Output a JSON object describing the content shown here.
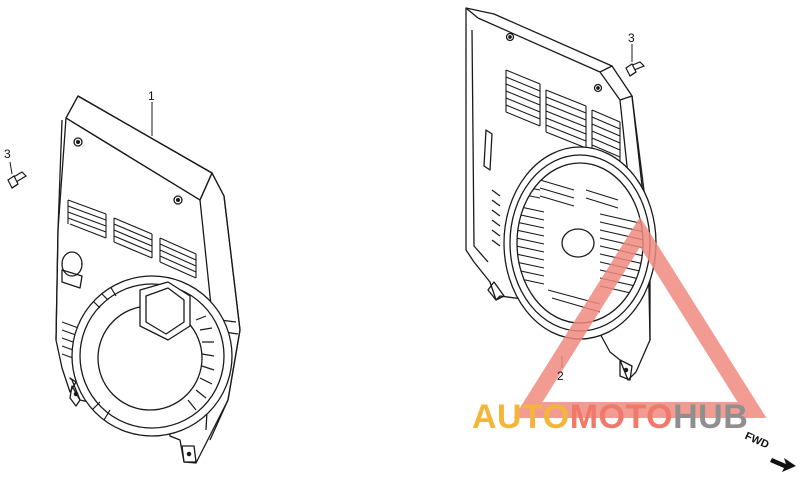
{
  "callouts": {
    "part1": "1",
    "part2": "2",
    "part3_left": "3",
    "part3_right": "3"
  },
  "direction_label": "FWD",
  "watermark": {
    "segments": [
      {
        "text": "AUTO",
        "color": "#f4b63a"
      },
      {
        "text": "MOTO",
        "color": "#f0796a"
      },
      {
        "text": "HUB",
        "color": "#8f8f8f"
      }
    ],
    "triangle_color": "#f08a80"
  },
  "colors": {
    "line": "#1a1a1a",
    "background": "#ffffff"
  }
}
